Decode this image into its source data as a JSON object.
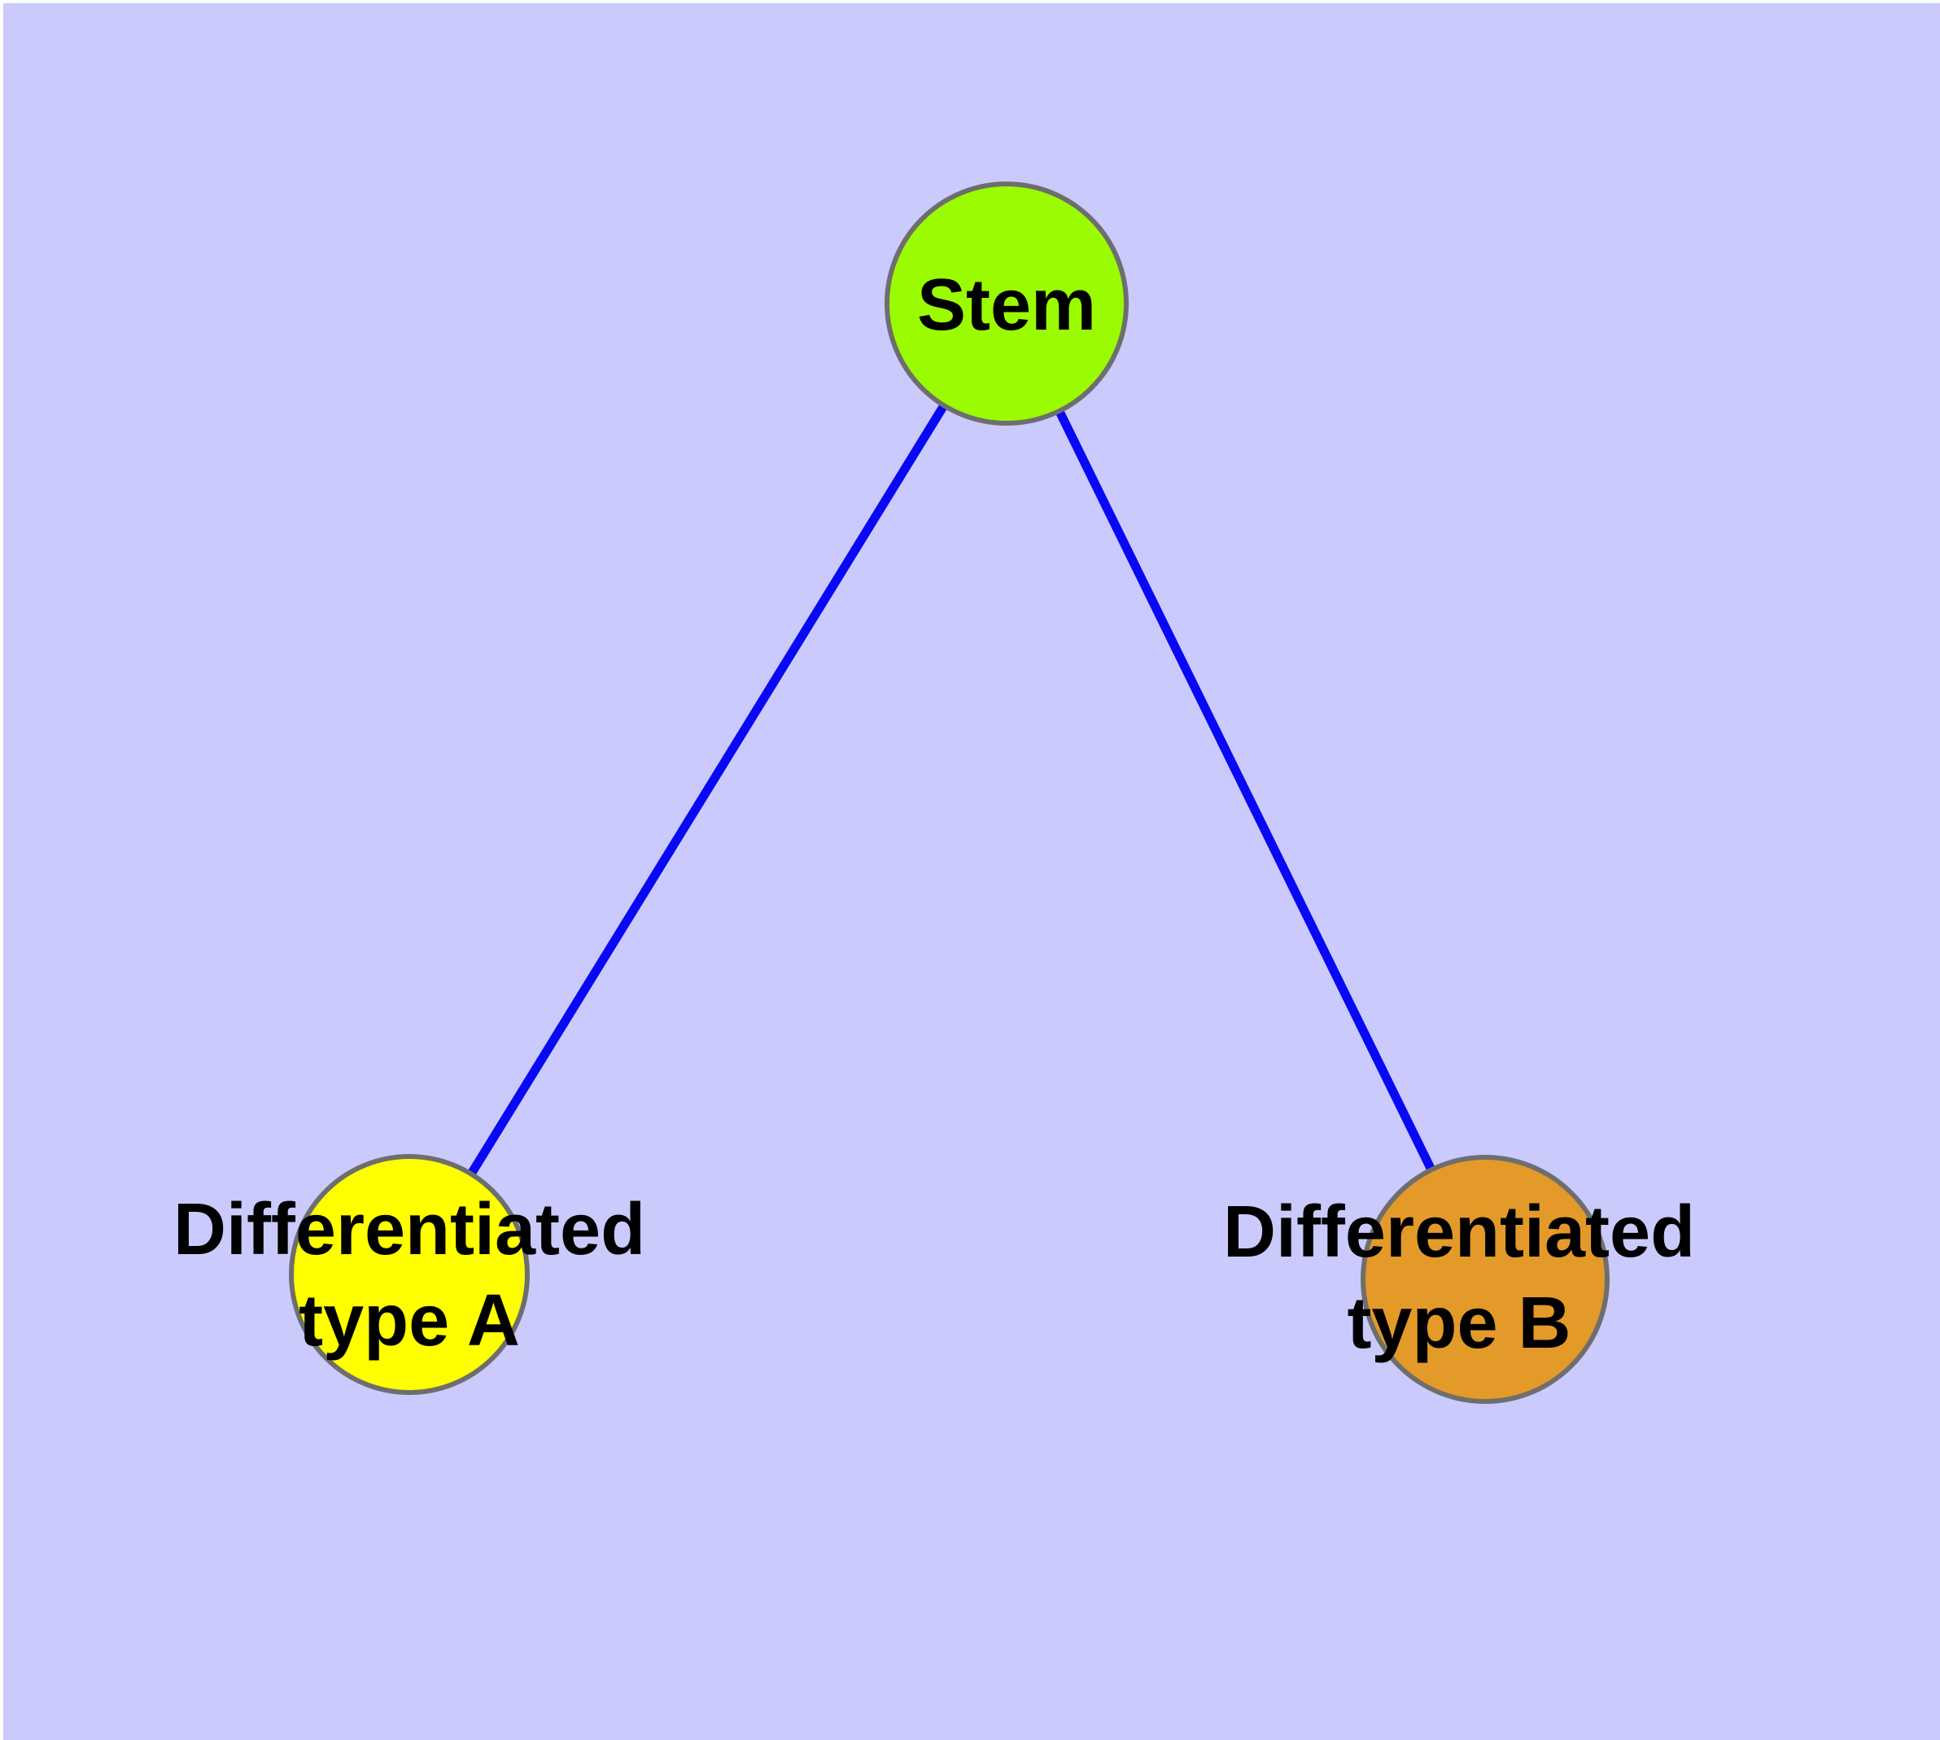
{
  "diagram": {
    "type": "graph",
    "background_color": "#CACAFC",
    "edge_color": "#0808F5",
    "node_border_color": "#6E6E6E",
    "label_color": "#000000",
    "nodes": [
      {
        "id": "stem",
        "label": "Stem",
        "fill": "#9BFB00"
      },
      {
        "id": "differentiated-type-a",
        "label": "Differentiated\ntype A",
        "fill": "#FFFF00"
      },
      {
        "id": "differentiated-type-b",
        "label": "Differentiated\ntype B",
        "fill": "#E49A28"
      }
    ],
    "edges": [
      {
        "from": "stem",
        "to": "differentiated-type-a"
      },
      {
        "from": "stem",
        "to": "differentiated-type-b"
      }
    ]
  }
}
